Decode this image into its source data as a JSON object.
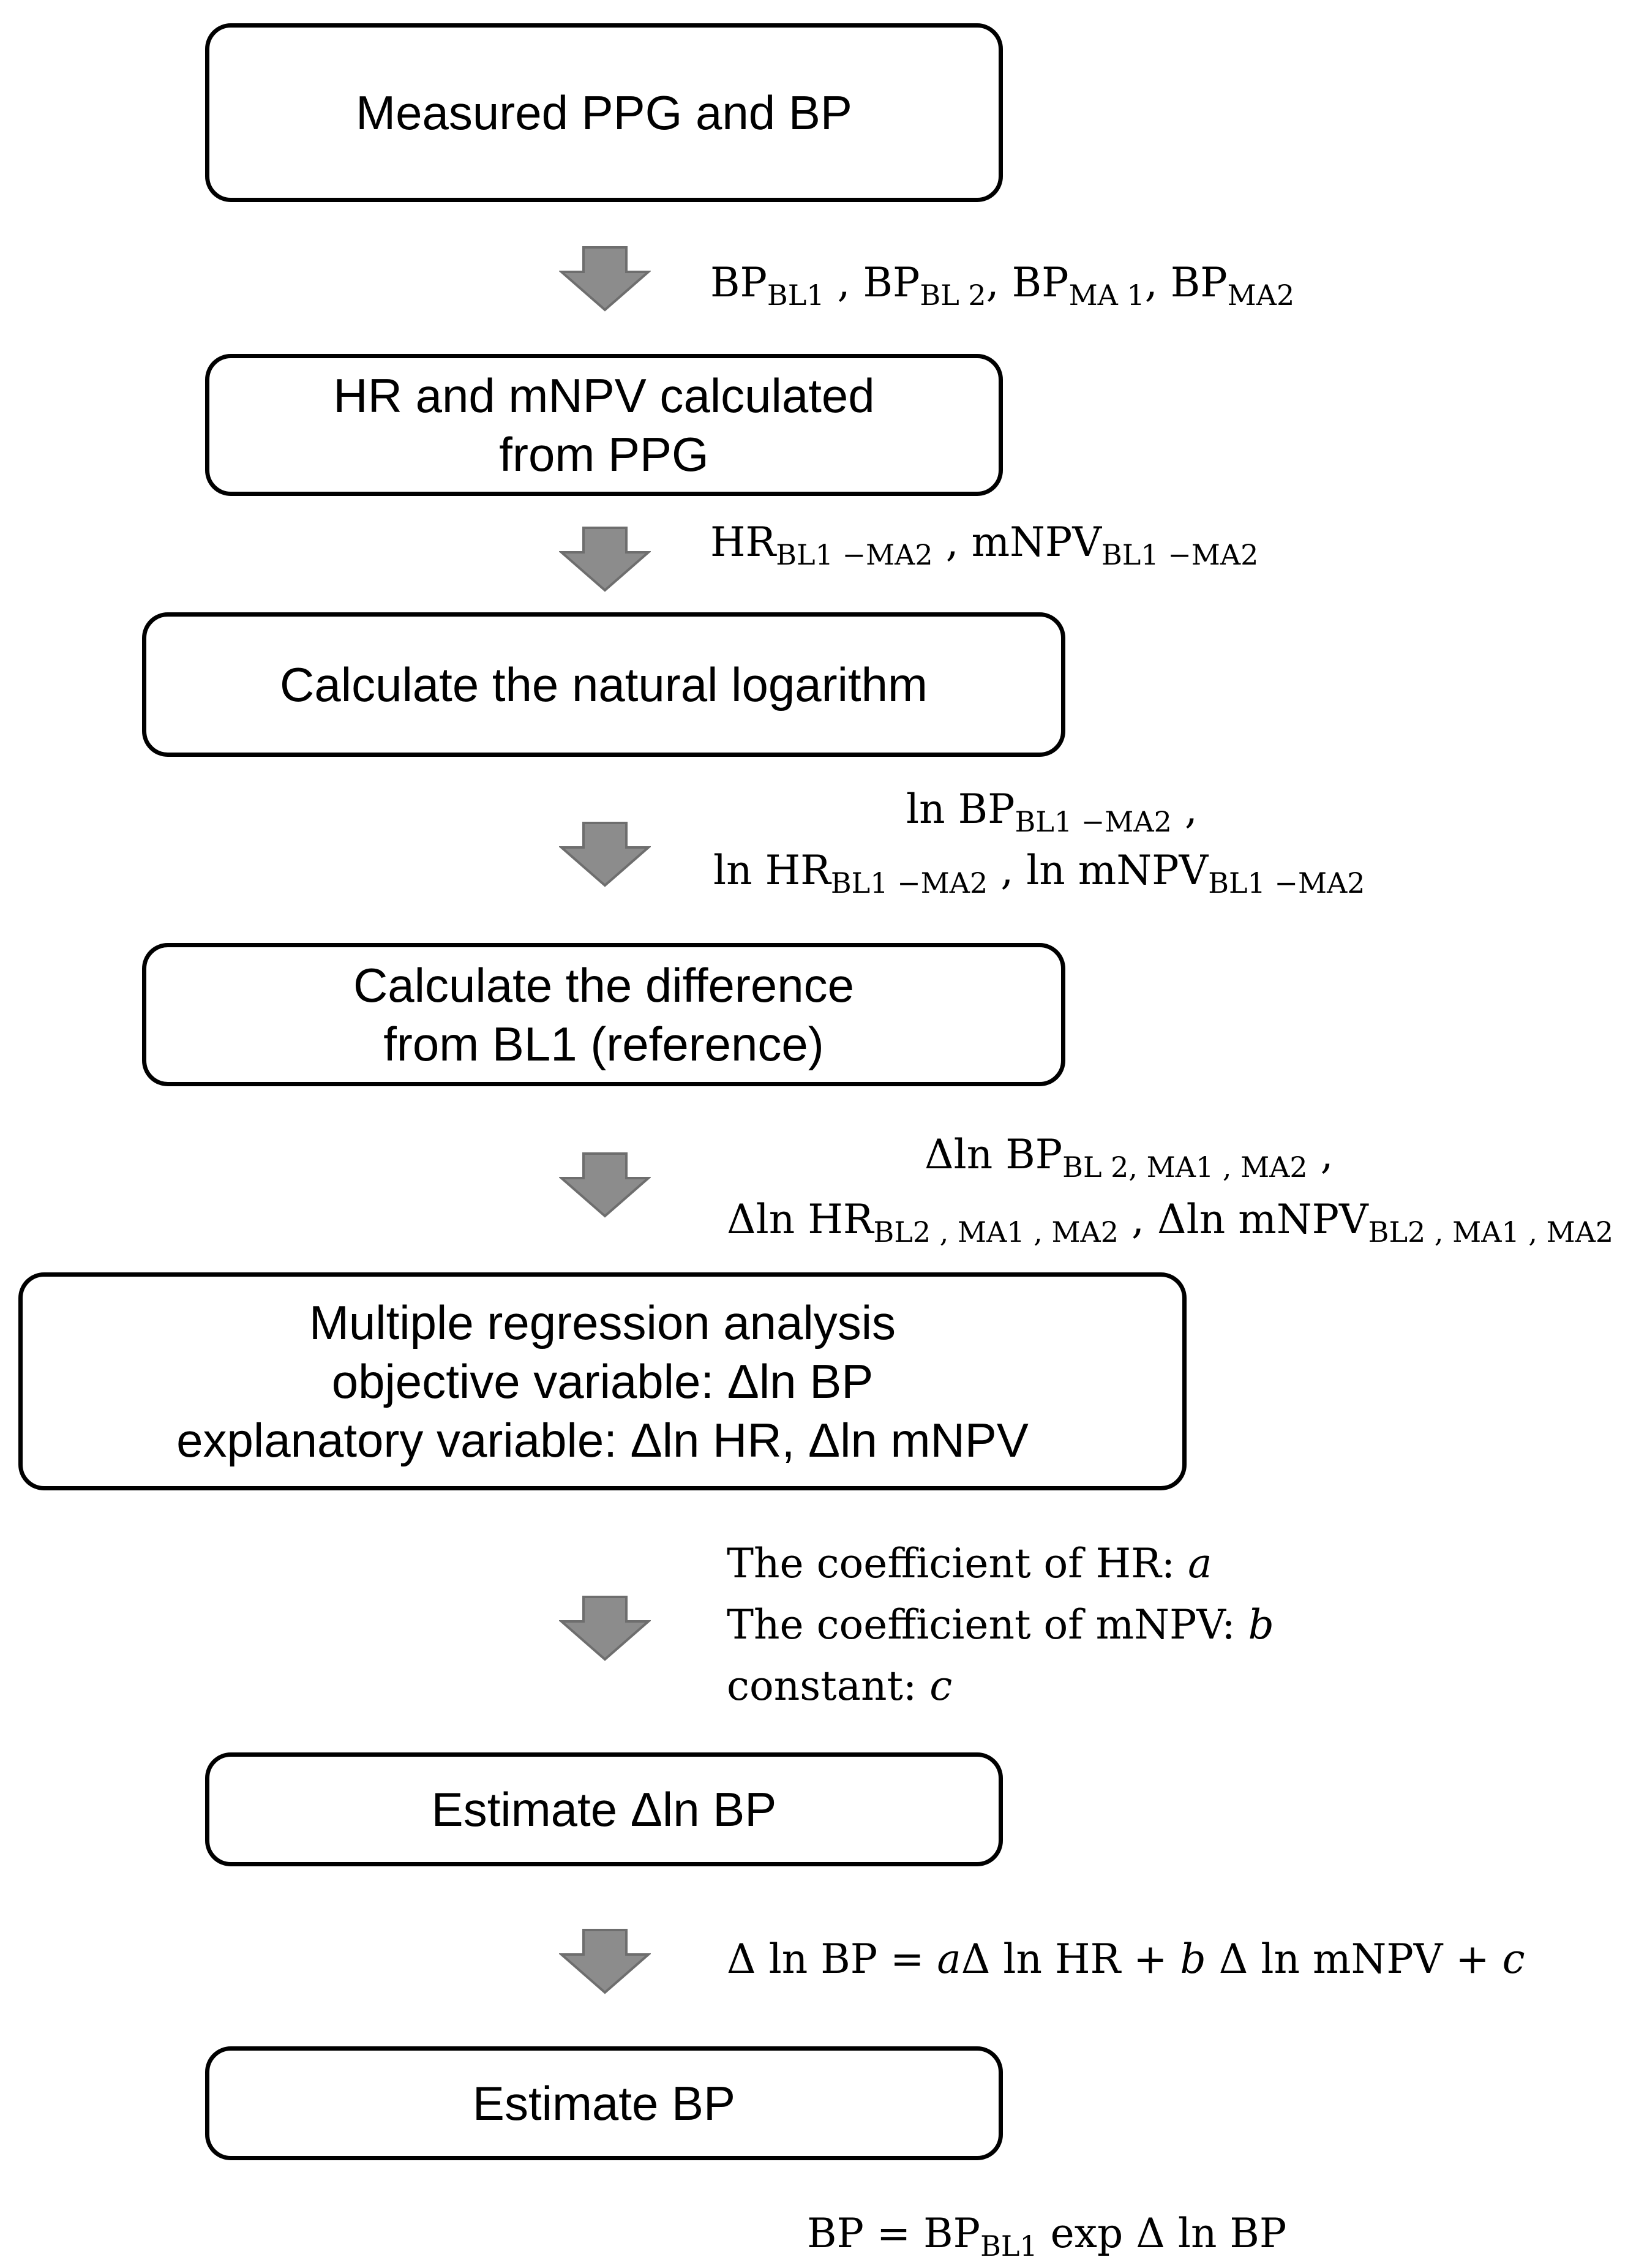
{
  "steps": [
    {
      "lines": [
        "Measured PPG and BP"
      ]
    },
    {
      "lines": [
        "HR and mNPV calculated",
        "from PPG"
      ]
    },
    {
      "lines": [
        "Calculate the natural logarithm"
      ]
    },
    {
      "lines": [
        "Calculate the difference",
        "from BL1 (reference)"
      ]
    },
    {
      "lines": [
        "Multiple regression analysis",
        "objective variable: Δln BP",
        "explanatory variable: Δln HR, Δln mNPV"
      ]
    },
    {
      "lines": [
        "Estimate Δln BP"
      ]
    },
    {
      "lines": [
        "Estimate BP"
      ]
    }
  ],
  "annotations": {
    "a1": {
      "bp": "BP",
      "bl1": "BL1",
      "bl2": "BL 2",
      "ma1": "MA 1",
      "ma2": "MA2"
    },
    "a2": {
      "hr": "HR",
      "mnpv": "mNPV",
      "range": "BL1 −MA2"
    },
    "a3": {
      "ln_bp": "ln BP",
      "ln_hr": "ln HR",
      "ln_mnpv": "ln mNPV",
      "range": "BL1 −MA2"
    },
    "a4": {
      "dln_bp": "Δln BP",
      "dln_hr": "Δln HR",
      "dln_mnpv": "Δln mNPV",
      "sub_bp": "BL 2, MA1 , MA2",
      "sub": "BL2 , MA1 , MA2"
    },
    "a5": {
      "hr_coef": "The coefficient of HR: ",
      "a": "a",
      "mnpv_coef": "The coefficient of mNPV: ",
      "b": "b",
      "const": "constant: ",
      "c": "c"
    },
    "a6": {
      "lhs": "Δ ln BP = ",
      "a": "a",
      "t1": "Δ ln HR + ",
      "b": "b",
      "t2": " Δ ln mNPV + ",
      "c": "c"
    },
    "a7": {
      "lhs": "BP  = BP",
      "sub": "BL1",
      "rhs": "  exp Δ ln BP"
    }
  },
  "colors": {
    "arrow_fill": "#8c8c8c",
    "arrow_stroke": "#6e6e6e",
    "box_border": "#000000"
  }
}
